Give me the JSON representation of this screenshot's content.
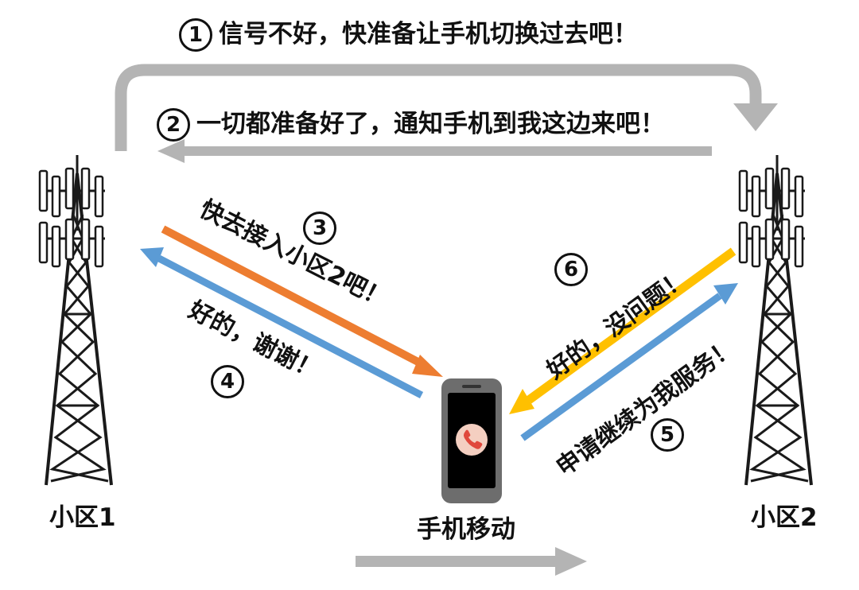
{
  "top": {
    "step1": {
      "num": "1",
      "text": "信号不好，快准备让手机切换过去吧！"
    },
    "step2": {
      "num": "2",
      "text": "一切都准备好了，通知手机到我这边来吧！"
    }
  },
  "left": {
    "step3": {
      "num": "3",
      "text": "快去接入小区2吧！"
    },
    "step4": {
      "num": "4",
      "text": "好的，谢谢！"
    }
  },
  "right": {
    "step5": {
      "num": "5",
      "text": "申请继续为我服务！"
    },
    "step6": {
      "num": "6",
      "text": "好的，没问题！"
    }
  },
  "labels": {
    "cell1": "小区1",
    "cell2": "小区2",
    "phone": "手机移动"
  },
  "colors": {
    "gray_arrow": "#b4b4b4",
    "orange_arrow": "#ed7d31",
    "blue_arrow": "#5b9bd5",
    "yellow_arrow": "#ffc000",
    "tower": "#1a1a1a",
    "antenna": "#ffffff",
    "phone_body": "#6d6d6d",
    "phone_screen": "#000000",
    "call_button": "#f4cfc1",
    "call_icon": "#e0483c"
  },
  "icons": {
    "tower_left": "cell-tower-icon",
    "tower_right": "cell-tower-icon",
    "phone": "mobile-phone-icon",
    "call": "phone-call-icon"
  }
}
